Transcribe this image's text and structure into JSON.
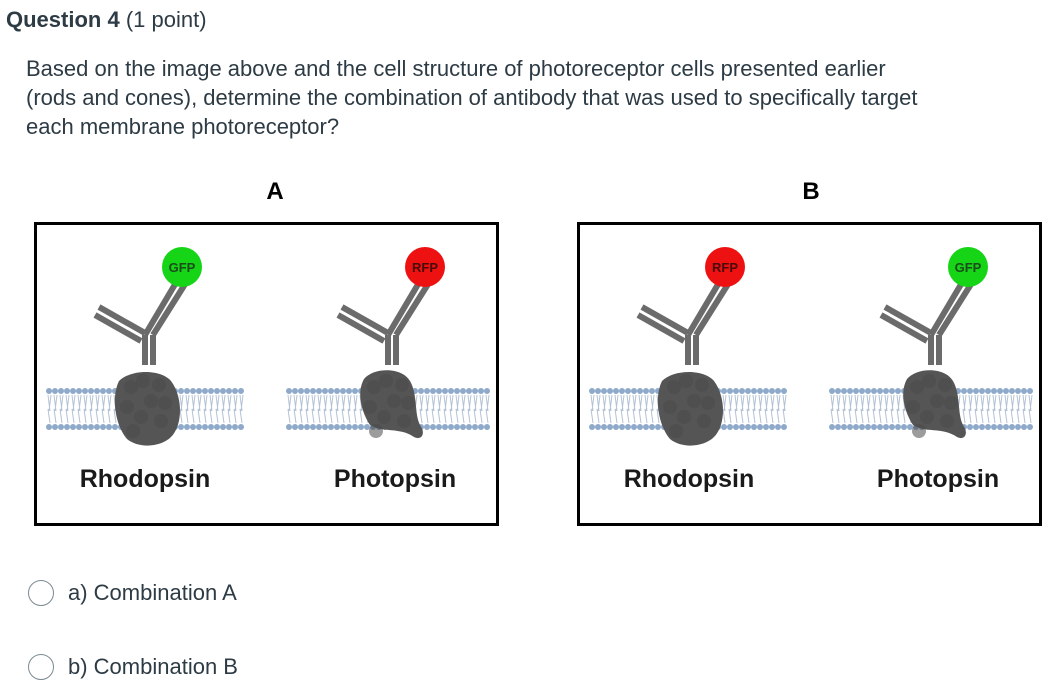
{
  "question": {
    "title": "Question 4",
    "points": "(1 point)",
    "text": "Based on the image above and the cell structure of photoreceptor cells presented earlier (rods and cones), determine the combination of antibody that was used to specifically target each membrane photoreceptor?"
  },
  "figure": {
    "panels": [
      {
        "label": "A",
        "receptors": [
          {
            "name": "Rhodopsin",
            "tag": "GFP",
            "tag_color": "#16d416",
            "tag_text_color": "#1b4d1b"
          },
          {
            "name": "Photopsin",
            "tag": "RFP",
            "tag_color": "#ee1111",
            "tag_text_color": "#4a0a0a"
          }
        ]
      },
      {
        "label": "B",
        "receptors": [
          {
            "name": "Rhodopsin",
            "tag": "RFP",
            "tag_color": "#ee1111",
            "tag_text_color": "#4a0a0a"
          },
          {
            "name": "Photopsin",
            "tag": "GFP",
            "tag_color": "#16d416",
            "tag_text_color": "#1b4d1b"
          }
        ]
      }
    ]
  },
  "options": [
    {
      "label": "a) Combination A"
    },
    {
      "label": "b) Combination B"
    }
  ],
  "colors": {
    "antibody": "#6b6b6b",
    "protein": "#555555",
    "lipid_head": "#8ea9c9",
    "lipid_tail": "#b3c2d4"
  }
}
